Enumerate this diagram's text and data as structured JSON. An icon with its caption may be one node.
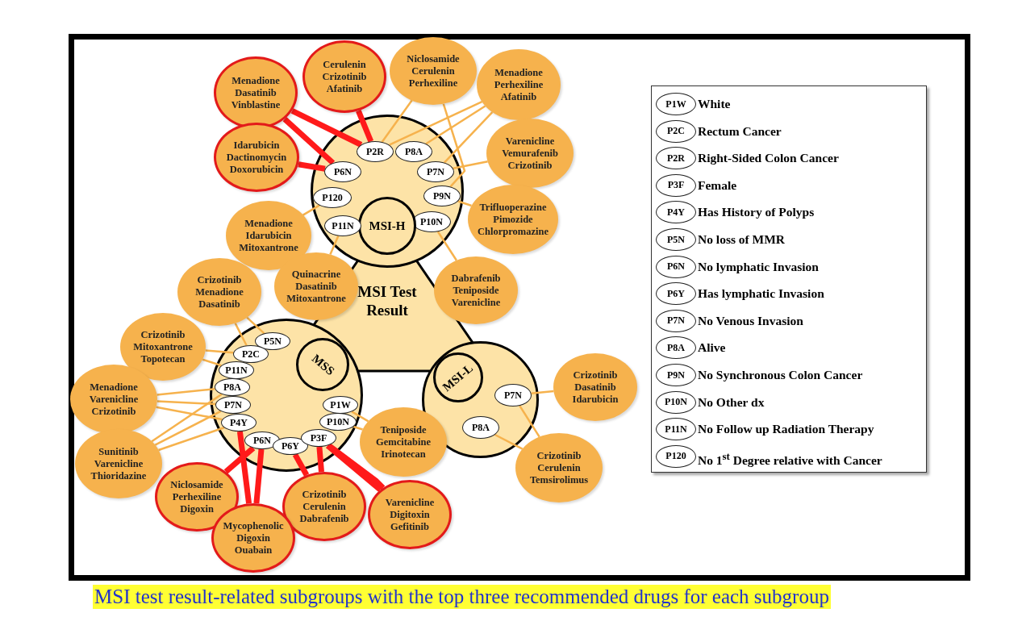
{
  "diagram": {
    "caption": "MSI test result-related subgroups with the top three recommended drugs for each subgroup",
    "nodes": [
      {
        "text": [
          "MSI Test Result"
        ]
      },
      {
        "text": [],
        "shape": "circle"
      },
      {
        "text": [
          "P2R"
        ],
        "in": 1
      },
      {
        "text": [
          "P8A"
        ],
        "in": 1
      },
      {
        "text": [
          "P7N"
        ],
        "in": 1
      },
      {
        "text": [
          "P9N"
        ],
        "in": 1
      },
      {
        "text": [
          "P10N"
        ],
        "in": 1
      },
      {
        "text": [
          "MSI-H"
        ],
        "in": 1
      },
      {
        "text": [
          "P11N"
        ],
        "in": 1
      },
      {
        "text": [
          "P120"
        ],
        "in": 1
      },
      {
        "text": [
          "P6N"
        ],
        "in": 1
      },
      {
        "text": [],
        "shape": "circle"
      },
      {
        "text": [
          "MSS"
        ],
        "in": 11
      },
      {
        "text": [
          "P5N"
        ],
        "in": 11
      },
      {
        "text": [
          "P2C"
        ],
        "in": 11
      },
      {
        "text": [
          "P11N"
        ],
        "in": 11
      },
      {
        "text": [
          "P8A"
        ],
        "in": 11
      },
      {
        "text": [
          "P7N"
        ],
        "in": 11
      },
      {
        "text": [
          "P4Y"
        ],
        "in": 11
      },
      {
        "text": [
          "P6N"
        ],
        "in": 11
      },
      {
        "text": [
          "P6Y"
        ],
        "in": 11
      },
      {
        "text": [
          "P3F"
        ],
        "in": 11
      },
      {
        "text": [
          "P10N"
        ],
        "in": 11
      },
      {
        "text": [
          "P1W"
        ],
        "in": 11
      },
      {
        "text": [],
        "shape": "circle"
      },
      {
        "text": [
          "MSI-L"
        ],
        "in": 24
      },
      {
        "text": [
          "P7N"
        ],
        "in": 24
      },
      {
        "text": [
          "P8A"
        ],
        "in": 24
      },
      {
        "text": [
          "Menadione Dasatinib Vinblastine"
        ]
      },
      {
        "text": [
          "Cerulenin Crizotinib Afatinib"
        ]
      },
      {
        "text": [
          "Niclosamide Cerulenin Perhexiline"
        ]
      },
      {
        "text": [
          "Menadione Perhexiline Afatinib"
        ]
      },
      {
        "text": [
          "Idarubicin Dactinomycin Doxorubicin"
        ]
      },
      {
        "text": [
          "Varenicline Vemurafenib Crizotinib"
        ]
      },
      {
        "text": [
          "Menadione Idarubicin Mitoxantrone"
        ]
      },
      {
        "text": [
          "Trifluoperazine Pimozide Chlorpromazine"
        ]
      },
      {
        "text": [
          "Quinacrine Dasatinib Mitoxantrone"
        ]
      },
      {
        "text": [
          "Dabrafenib Teniposide Varenicline"
        ]
      },
      {
        "text": [
          "Crizotinib Menadione Dasatinib"
        ]
      },
      {
        "text": [
          "Crizotinib Mitoxantrone Topotecan"
        ]
      },
      {
        "text": [
          "Menadione Varenicline Crizotinib"
        ]
      },
      {
        "text": [
          "Crizotinib Dasatinib Idarubicin"
        ]
      },
      {
        "text": [
          "Teniposide Gemcitabine Irinotecan"
        ]
      },
      {
        "text": [
          "Sunitinib Varenicline Thioridazine"
        ]
      },
      {
        "text": [
          "Niclosamide Perhexiline Digoxin"
        ]
      },
      {
        "text": [
          "Crizotinib Cerulenin Temsirolimus"
        ]
      },
      {
        "text": [
          "Crizotinib Cerulenin Dabrafenib"
        ]
      },
      {
        "text": [
          "Varenicline Digitoxin Gefitinib"
        ]
      },
      {
        "text": [
          "Mycophenolic Digoxin Ouabain"
        ]
      },
      {
        "text": [],
        "shape": "box"
      },
      {
        "text": [
          "P1W"
        ],
        "in": 49,
        "beside": [
          "White"
        ]
      },
      {
        "text": [
          "P2C"
        ],
        "in": 49,
        "beside": [
          "Rectum Cancer"
        ]
      },
      {
        "text": [
          "P2R"
        ],
        "in": 49,
        "beside": [
          "Right-Sided Colon Cancer"
        ]
      },
      {
        "text": [
          "P3F"
        ],
        "in": 49,
        "beside": [
          "Female"
        ]
      },
      {
        "text": [
          "P4Y"
        ],
        "in": 49,
        "beside": [
          "Has History of Polyps"
        ]
      },
      {
        "text": [
          "P5N"
        ],
        "in": 49,
        "beside": [
          "No loss of MMR"
        ]
      },
      {
        "text": [
          "P6N"
        ],
        "in": 49,
        "beside": [
          "No lymphatic Invasion"
        ]
      },
      {
        "text": [
          "P6Y"
        ],
        "in": 49,
        "beside": [
          "Has lymphatic Invasion"
        ]
      },
      {
        "text": [
          "P7N"
        ],
        "in": 49,
        "beside": [
          "No Venous Invasion"
        ]
      },
      {
        "text": [
          "P8A"
        ],
        "in": 49,
        "beside": [
          "Alive"
        ]
      },
      {
        "text": [
          "P9N"
        ],
        "in": 49,
        "beside": [
          "No Synchronous Colon Cancer"
        ]
      },
      {
        "text": [
          "P10N"
        ],
        "in": 49,
        "beside": [
          "No Other dx"
        ]
      },
      {
        "text": [
          "P11N"
        ],
        "in": 49,
        "beside": [
          "No Follow up Radiation Therapy"
        ]
      },
      {
        "text": [
          "P120"
        ],
        "in": 49,
        "beside": [
          "No 1$^{st}$ Degree relative with Cancer"
        ]
      }
    ],
    "edges": [
      {
        "from": 28,
        "to": 2,
        "arrow": "none",
        "style": "thick",
        "color": "#ff1a1a"
      },
      {
        "from": 28,
        "to": 10,
        "arrow": "none",
        "style": "thick",
        "color": "#ff1a1a"
      },
      {
        "from": 29,
        "to": 2,
        "arrow": "none",
        "style": "thick",
        "color": "#ff1a1a"
      },
      {
        "from": 32,
        "to": 10,
        "arrow": "none",
        "style": "thick",
        "color": "#ff1a1a"
      },
      {
        "from": 30,
        "to": 2,
        "arrow": "none"
      },
      {
        "from": 30,
        "to": 5,
        "arrow": "none"
      },
      {
        "from": 31,
        "to": 2,
        "arrow": "none"
      },
      {
        "from": 31,
        "to": 3,
        "arrow": "none"
      },
      {
        "from": 31,
        "to": 4,
        "arrow": "none"
      },
      {
        "from": 33,
        "to": 4,
        "arrow": "none"
      },
      {
        "from": 34,
        "to": 9,
        "arrow": "none"
      },
      {
        "from": 35,
        "to": 5,
        "arrow": "none"
      },
      {
        "from": 36,
        "to": 8,
        "arrow": "none"
      },
      {
        "from": 37,
        "to": 6,
        "arrow": "none"
      },
      {
        "from": 38,
        "to": 13,
        "arrow": "none"
      },
      {
        "from": 38,
        "to": 14,
        "arrow": "none"
      },
      {
        "from": 39,
        "to": 14,
        "arrow": "none"
      },
      {
        "from": 39,
        "to": 15,
        "arrow": "none"
      },
      {
        "from": 40,
        "to": 16,
        "arrow": "none"
      },
      {
        "from": 40,
        "to": 17,
        "arrow": "none"
      },
      {
        "from": 40,
        "to": 18,
        "arrow": "none"
      },
      {
        "from": 43,
        "to": 16,
        "arrow": "none"
      },
      {
        "from": 43,
        "to": 17,
        "arrow": "none"
      },
      {
        "from": 43,
        "to": 18,
        "arrow": "none"
      },
      {
        "from": 44,
        "to": 19,
        "arrow": "none",
        "style": "thick",
        "color": "#ff1a1a"
      },
      {
        "from": 48,
        "to": 18,
        "arrow": "none",
        "style": "thick",
        "color": "#ff1a1a"
      },
      {
        "from": 48,
        "to": 19,
        "arrow": "none",
        "style": "thick",
        "color": "#ff1a1a"
      },
      {
        "from": 46,
        "to": 20,
        "arrow": "none",
        "style": "thick",
        "color": "#ff1a1a"
      },
      {
        "from": 46,
        "to": 21,
        "arrow": "none",
        "style": "thick",
        "color": "#ff1a1a"
      },
      {
        "from": 47,
        "to": 21,
        "arrow": "none",
        "style": "thick",
        "color": "#ff1a1a"
      },
      {
        "from": 47,
        "to": 21,
        "arrow": "none",
        "style": "thick",
        "color": "#ff1a1a"
      },
      {
        "from": 42,
        "to": 22,
        "arrow": "none"
      },
      {
        "from": 42,
        "to": 23,
        "arrow": "none"
      },
      {
        "from": 41,
        "to": 26,
        "arrow": "none"
      },
      {
        "from": 45,
        "to": 26,
        "arrow": "none"
      },
      {
        "from": 45,
        "to": 27,
        "arrow": "none"
      }
    ]
  }
}
